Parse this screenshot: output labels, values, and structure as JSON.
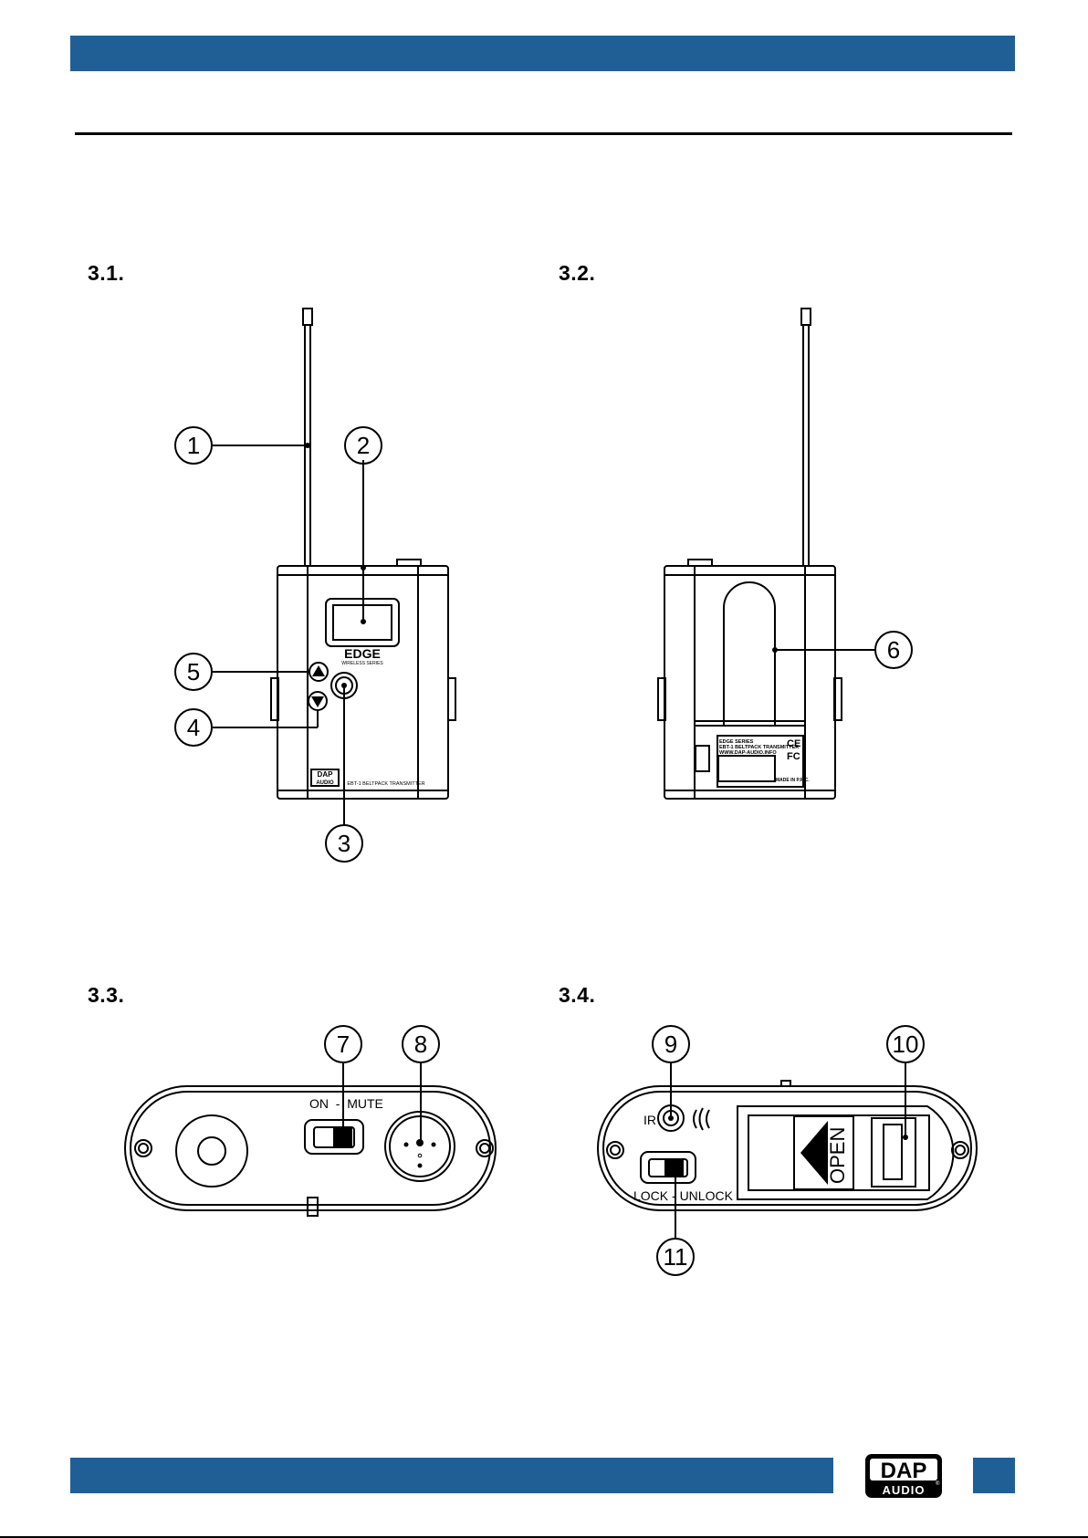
{
  "sections": {
    "s1": "3.1.",
    "s2": "3.2.",
    "s3": "3.3.",
    "s4": "3.4."
  },
  "callouts": [
    "1",
    "2",
    "3",
    "4",
    "5",
    "6",
    "7",
    "8",
    "9",
    "10",
    "11"
  ],
  "device_text": {
    "brand": "EDGE",
    "brand_sub": "WIRELESS SERIES",
    "model": "EBT-1 BELTPACK TRANSMITTER",
    "dap": "DAP",
    "audio": "AUDIO",
    "label_l1": "EDGE SERIES",
    "label_l2": "EBT-1 BELTPACK TRANSMITTER",
    "label_l3": "WWW.DAP-AUDIO.INFO",
    "ce": "CE",
    "fc": "FC",
    "made": "MADE IN P.R.C."
  },
  "switch_labels": {
    "on_mute": "ON  -  MUTE",
    "ir": "IR",
    "lock_unlock": "LOCK - UNLOCK",
    "open": "OPEN"
  },
  "footer_logo": {
    "top": "DAP",
    "bottom": "AUDIO",
    "reg": "®"
  },
  "colors": {
    "bar": "#205f96",
    "line": "#000000"
  }
}
